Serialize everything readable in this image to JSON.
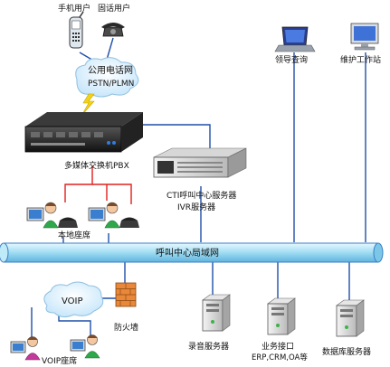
{
  "nodes": {
    "mobile_user": "手机用户",
    "landline_user": "固话用户",
    "pstn_title": "公用电话网",
    "pstn_sub": "PSTN/PLMN",
    "pbx": "多媒体交换机PBX",
    "cti_line1": "CTI呼叫中心服务器",
    "cti_line2": "IVR服务器",
    "local_agents": "本地座席",
    "leader_query": "领导查询",
    "maintenance": "维护工作站",
    "lan": "呼叫中心局域网",
    "voip_cloud": "VOIP",
    "firewall": "防火墙",
    "voip_agents": "VOIP座席",
    "recording": "录音服务器",
    "biz_line1": "业务接口",
    "biz_line2": "ERP,CRM,OA等",
    "database": "数据库服务器"
  },
  "colors": {
    "link": "#1f4fa8",
    "red_link": "#e0201c",
    "lan_fill": "#aee6f7",
    "lan_stroke": "#3b7fc4",
    "cloud": "#d8eefc",
    "lightning": "#f2d21a"
  }
}
